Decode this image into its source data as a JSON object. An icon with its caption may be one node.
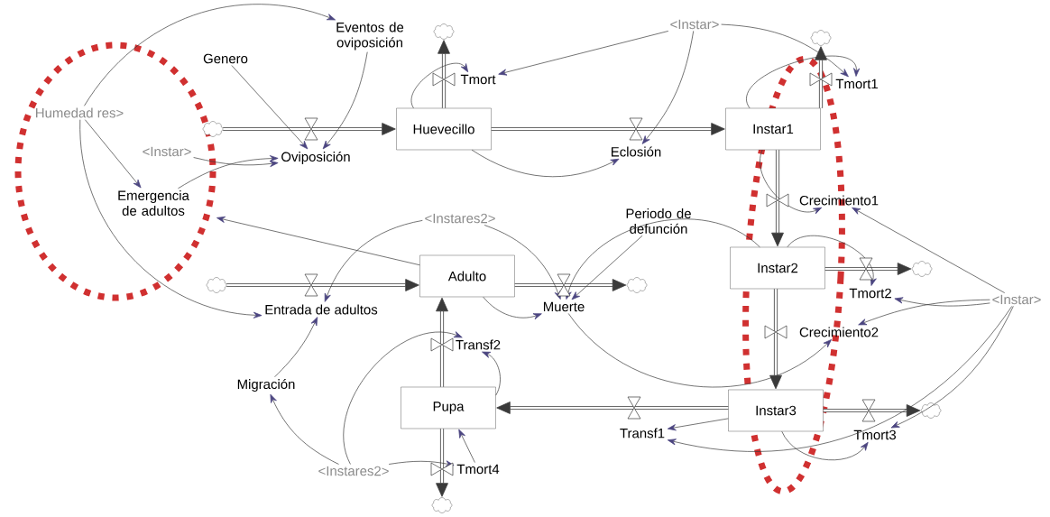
{
  "diagram": {
    "nodes": [
      {
        "text": [
          "Eventos de oviposición"
        ]
      },
      {
        "text": [
          "Genero"
        ]
      },
      {
        "text": [
          "Humedad res>"
        ]
      },
      {
        "text": [
          "<Instar>"
        ]
      },
      {
        "text": [
          "Oviposición"
        ]
      },
      {
        "text": [
          "Huevecillo"
        ]
      },
      {
        "text": [
          "Emergencia de adultos"
        ]
      },
      {
        "text": [
          "Tmort"
        ]
      },
      {
        "text": [
          "<Instar>"
        ]
      },
      {
        "text": [
          "Eclosión"
        ]
      },
      {
        "text": [
          "Instar1"
        ]
      },
      {
        "text": [
          "Tmort1"
        ]
      },
      {
        "text": [
          "Crecimiento1"
        ]
      },
      {
        "text": [
          "<Instares2>"
        ]
      },
      {
        "text": [
          "Periodo de defunción"
        ]
      },
      {
        "text": [
          "Adulto"
        ]
      },
      {
        "text": [
          "Entrada de adultos"
        ]
      },
      {
        "text": [
          "Instar2"
        ]
      },
      {
        "text": [
          "Tmort2"
        ]
      },
      {
        "text": [
          "Muerte"
        ]
      },
      {
        "text": [
          "<Instar>"
        ]
      },
      {
        "text": [
          "Crecimiento2"
        ]
      },
      {
        "text": [
          "Transf2"
        ]
      },
      {
        "text": [
          "Migración"
        ]
      },
      {
        "text": [
          "Pupa"
        ]
      },
      {
        "text": [
          "Transf1"
        ]
      },
      {
        "text": [
          "Instar3"
        ]
      },
      {
        "text": [
          "Tmort3"
        ]
      },
      {
        "text": [
          "<Instares2>"
        ]
      },
      {
        "text": [
          "Tmort4"
        ]
      },
      {
        "text": [],
        "shape": "cloud"
      },
      {
        "text": [],
        "shape": "cloud"
      },
      {
        "text": [],
        "shape": "cloud"
      },
      {
        "text": [],
        "shape": "cloud"
      },
      {
        "text": [],
        "shape": "cloud"
      },
      {
        "text": [],
        "shape": "cloud"
      },
      {
        "text": [],
        "shape": "cloud"
      },
      {
        "text": [],
        "shape": "cloud"
      }
    ],
    "edges": [
      {
        "from": 30,
        "to": 5,
        "arrow": "to",
        "style": "thick"
      },
      {
        "from": 5,
        "to": 31,
        "arrow": "to",
        "style": "thick"
      },
      {
        "from": 5,
        "to": 10,
        "arrow": "to",
        "style": "thick"
      },
      {
        "from": 10,
        "to": 32,
        "arrow": "to",
        "style": "thick"
      },
      {
        "from": 10,
        "to": 17,
        "arrow": "to",
        "style": "thick"
      },
      {
        "from": 17,
        "to": 35,
        "arrow": "to",
        "style": "thick"
      },
      {
        "from": 17,
        "to": 26,
        "arrow": "to",
        "style": "thick"
      },
      {
        "from": 26,
        "to": 36,
        "arrow": "to",
        "style": "thick"
      },
      {
        "from": 26,
        "to": 24,
        "arrow": "to",
        "style": "thick"
      },
      {
        "from": 24,
        "to": 15,
        "arrow": "to",
        "style": "thick"
      },
      {
        "from": 24,
        "to": 37,
        "arrow": "to",
        "style": "thick"
      },
      {
        "from": 33,
        "to": 15,
        "arrow": "to",
        "style": "thick"
      },
      {
        "from": 15,
        "to": 34,
        "arrow": "to",
        "style": "thick"
      },
      {
        "from": 2,
        "to": 0,
        "arrow": "to"
      },
      {
        "from": 2,
        "to": 6,
        "arrow": "to"
      },
      {
        "from": 2,
        "to": 16,
        "arrow": "to"
      },
      {
        "from": 1,
        "to": 4,
        "arrow": "to"
      },
      {
        "from": 0,
        "to": 4,
        "arrow": "to"
      },
      {
        "from": 3,
        "to": 4,
        "arrow": "to"
      },
      {
        "from": 6,
        "to": 4,
        "arrow": "to"
      },
      {
        "from": 15,
        "to": 6,
        "arrow": "to"
      },
      {
        "from": 5,
        "to": 7,
        "arrow": "to"
      },
      {
        "from": 5,
        "to": 9,
        "arrow": "to"
      },
      {
        "from": 8,
        "to": 7,
        "arrow": "to"
      },
      {
        "from": 8,
        "to": 9,
        "arrow": "to"
      },
      {
        "from": 8,
        "to": 11,
        "arrow": "to"
      },
      {
        "from": 10,
        "to": 11,
        "arrow": "to"
      },
      {
        "from": 10,
        "to": 12,
        "arrow": "to"
      },
      {
        "from": 13,
        "to": 16,
        "arrow": "to"
      },
      {
        "from": 13,
        "to": 19,
        "arrow": "to"
      },
      {
        "from": 14,
        "to": 19,
        "arrow": "to"
      },
      {
        "from": 15,
        "to": 19,
        "arrow": "to"
      },
      {
        "from": 17,
        "to": 18,
        "arrow": "to"
      },
      {
        "from": 17,
        "to": 19,
        "arrow": "to"
      },
      {
        "from": 20,
        "to": 12,
        "arrow": "to"
      },
      {
        "from": 20,
        "to": 18,
        "arrow": "to"
      },
      {
        "from": 20,
        "to": 21,
        "arrow": "to"
      },
      {
        "from": 20,
        "to": 27,
        "arrow": "to"
      },
      {
        "from": 20,
        "to": 25,
        "arrow": "to"
      },
      {
        "from": 26,
        "to": 25,
        "arrow": "to"
      },
      {
        "from": 26,
        "to": 27,
        "arrow": "to"
      },
      {
        "from": 19,
        "to": 21,
        "arrow": "to"
      },
      {
        "from": 28,
        "to": 22,
        "arrow": "to"
      },
      {
        "from": 28,
        "to": 23,
        "arrow": "to"
      },
      {
        "from": 28,
        "to": 29,
        "arrow": "to"
      },
      {
        "from": 23,
        "to": 16,
        "arrow": "to"
      },
      {
        "from": 24,
        "to": 22,
        "arrow": "to"
      },
      {
        "from": 29,
        "to": 24,
        "arrow": "to"
      }
    ]
  }
}
